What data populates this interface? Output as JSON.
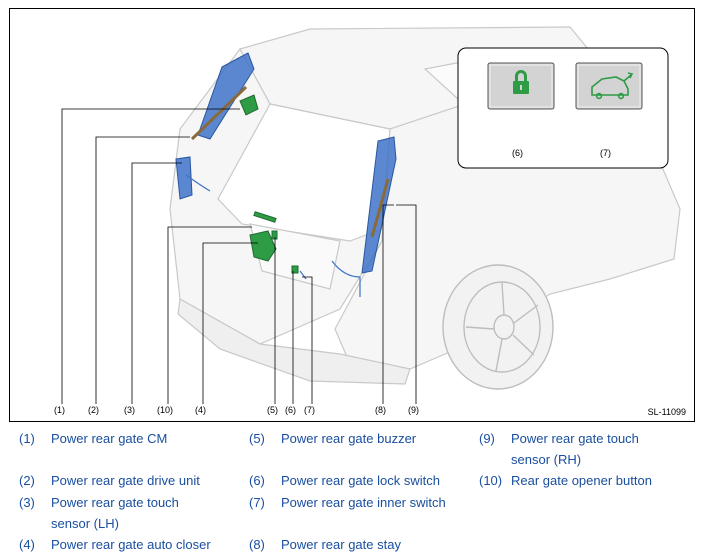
{
  "figure": {
    "id": "SL-11099",
    "callouts": [
      "(1)",
      "(2)",
      "(3)",
      "(10)",
      "(4)",
      "(5)",
      "(6)",
      "(7)",
      "(8)",
      "(9)"
    ],
    "inset": {
      "lock_label": "(6)",
      "inner_label": "(7)"
    },
    "colors": {
      "component_green": "#2e9b45",
      "sensor_blue": "#3e73c9",
      "leader": "#000000"
    }
  },
  "legend": [
    {
      "num": "(1)",
      "text": "Power rear gate CM"
    },
    {
      "num": "(2)",
      "text": "Power rear gate drive unit"
    },
    {
      "num": "(3)",
      "text": "Power rear gate touch sensor (LH)"
    },
    {
      "num": "(4)",
      "text": "Power rear gate auto closer"
    },
    {
      "num": "(5)",
      "text": "Power rear gate buzzer"
    },
    {
      "num": "(6)",
      "text": "Power rear gate lock switch"
    },
    {
      "num": "(7)",
      "text": "Power rear gate inner switch"
    },
    {
      "num": "(8)",
      "text": "Power rear gate stay"
    },
    {
      "num": "(9)",
      "text": "Power rear gate touch sensor (RH)"
    },
    {
      "num": "(10)",
      "text": "Rear gate opener button"
    }
  ]
}
